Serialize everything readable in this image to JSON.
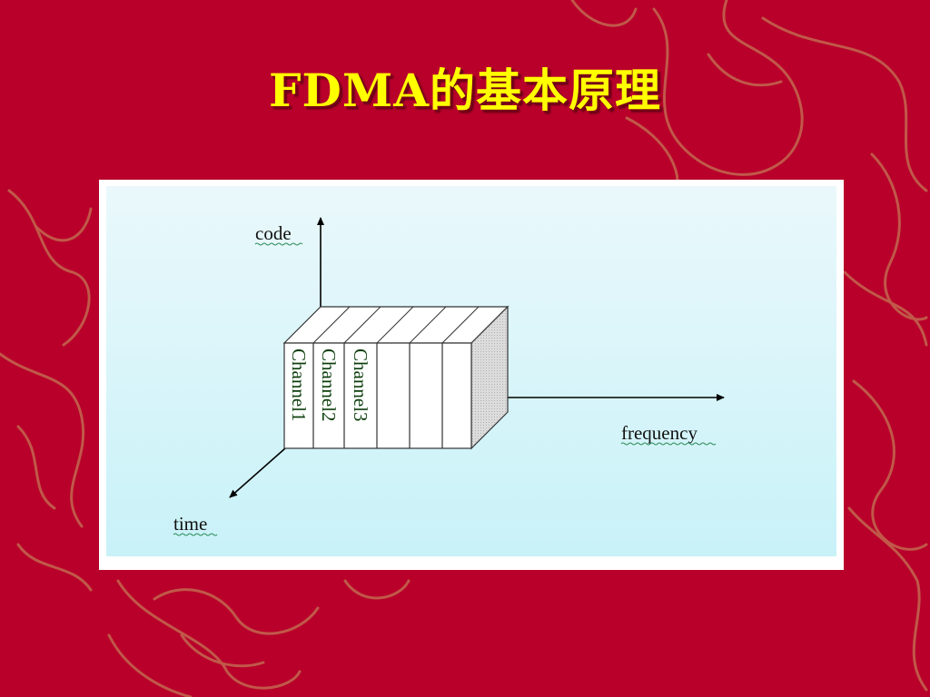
{
  "slide": {
    "title": "FDMA的基本原理"
  },
  "diagram": {
    "axes": {
      "code": "code",
      "frequency": "frequency",
      "time": "time"
    },
    "channels": [
      "Channel1",
      "Channel2",
      "Channel3"
    ],
    "colors": {
      "background": "#b8002a",
      "title": "#ffff00",
      "panel_gradient_top": "#eaf8fb",
      "panel_gradient_bottom": "#c8f2f8",
      "channel_text": "#0b3d0b",
      "decoration": "#c9a063"
    }
  }
}
